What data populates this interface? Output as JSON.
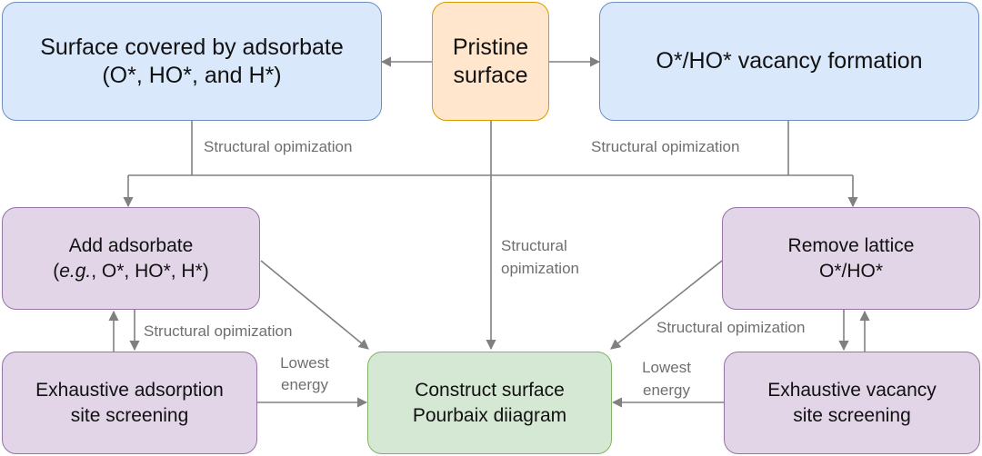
{
  "boxes": {
    "surface_covered": {
      "line1": "Surface covered by adsorbate",
      "line2": "(O*, HO*, and H*)"
    },
    "pristine": {
      "line1": "Pristine",
      "line2": "surface"
    },
    "vacancy_formation": {
      "line1": "O*/HO* vacancy formation"
    },
    "add_adsorbate": {
      "line1": "Add adsorbate",
      "line2_eg": "e.g.",
      "line2_rest": ", O*, HO*, H*)"
    },
    "remove_lattice": {
      "line1": "Remove lattice",
      "line2": "O*/HO*"
    },
    "exhaustive_adsorption": {
      "line1": "Exhaustive adsorption",
      "line2": "site screening"
    },
    "construct": {
      "line1": "Construct surface",
      "line2": "Pourbaix diiagram"
    },
    "exhaustive_vacancy": {
      "line1": "Exhaustive vacancy",
      "line2": "site screening"
    }
  },
  "labels": {
    "opt_left": "Structural opimization",
    "opt_right": "Structural opimization",
    "opt_center_1": "Structural",
    "opt_center_2": "opimization",
    "opt_lower_left": "Structural opimization",
    "opt_lower_right": "Structural opimization",
    "lowest_left_1": "Lowest",
    "lowest_left_2": "energy",
    "lowest_right_1": "Lowest",
    "lowest_right_2": "energy"
  },
  "colors": {
    "blue_fill": "#dae8fc",
    "orange_fill": "#ffe6cc",
    "purple_fill": "#e1d5e7",
    "green_fill": "#d5e8d4",
    "arrow": "#808080"
  }
}
